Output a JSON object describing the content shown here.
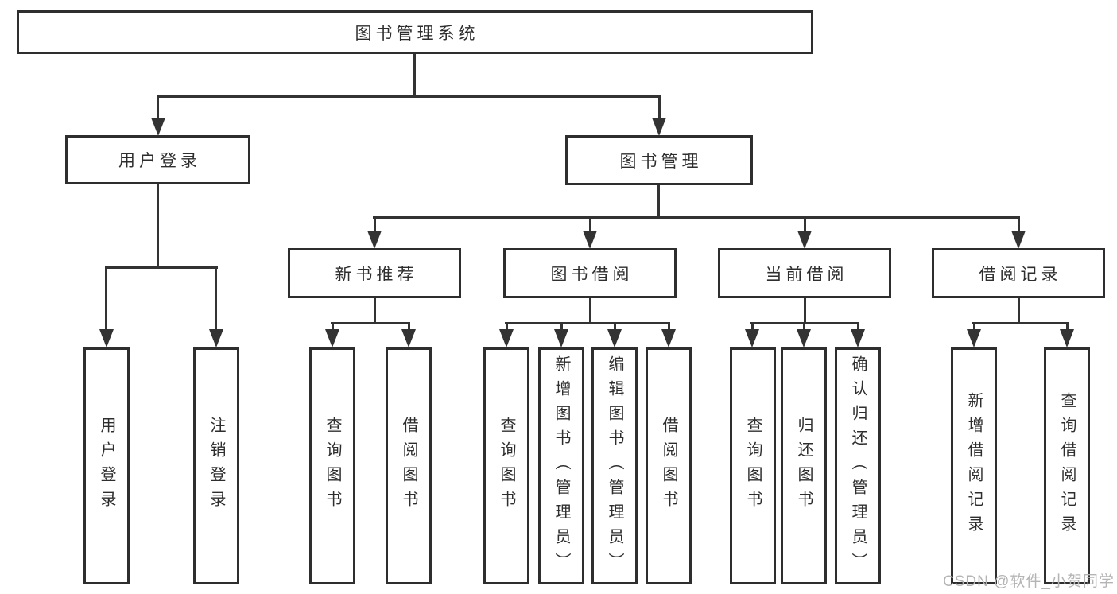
{
  "tree": {
    "label": "图书管理系统",
    "children": [
      {
        "label": "用户登录",
        "children": [
          {
            "label": "用户登录"
          },
          {
            "label": "注销登录"
          }
        ]
      },
      {
        "label": "图书管理",
        "children": [
          {
            "label": "新书推荐",
            "children": [
              {
                "label": "查询图书"
              },
              {
                "label": "借阅图书"
              }
            ]
          },
          {
            "label": "图书借阅",
            "children": [
              {
                "label": "查询图书"
              },
              {
                "label": "新增图书（管理员）"
              },
              {
                "label": "编辑图书（管理员）"
              },
              {
                "label": "借阅图书"
              }
            ]
          },
          {
            "label": "当前借阅",
            "children": [
              {
                "label": "查询图书"
              },
              {
                "label": "归还图书"
              },
              {
                "label": "确认归还（管理员）"
              }
            ]
          },
          {
            "label": "借阅记录",
            "children": [
              {
                "label": "新增借阅记录"
              },
              {
                "label": "查询借阅记录"
              }
            ]
          }
        ]
      }
    ]
  },
  "watermark": {
    "text": "CSDN @软件_小贺同学"
  },
  "colors": {
    "line": "#333333",
    "box_border": "#2e2e2e",
    "text": "#2e2e2e",
    "watermark": "#b4b4b4",
    "background": "#ffffff"
  }
}
